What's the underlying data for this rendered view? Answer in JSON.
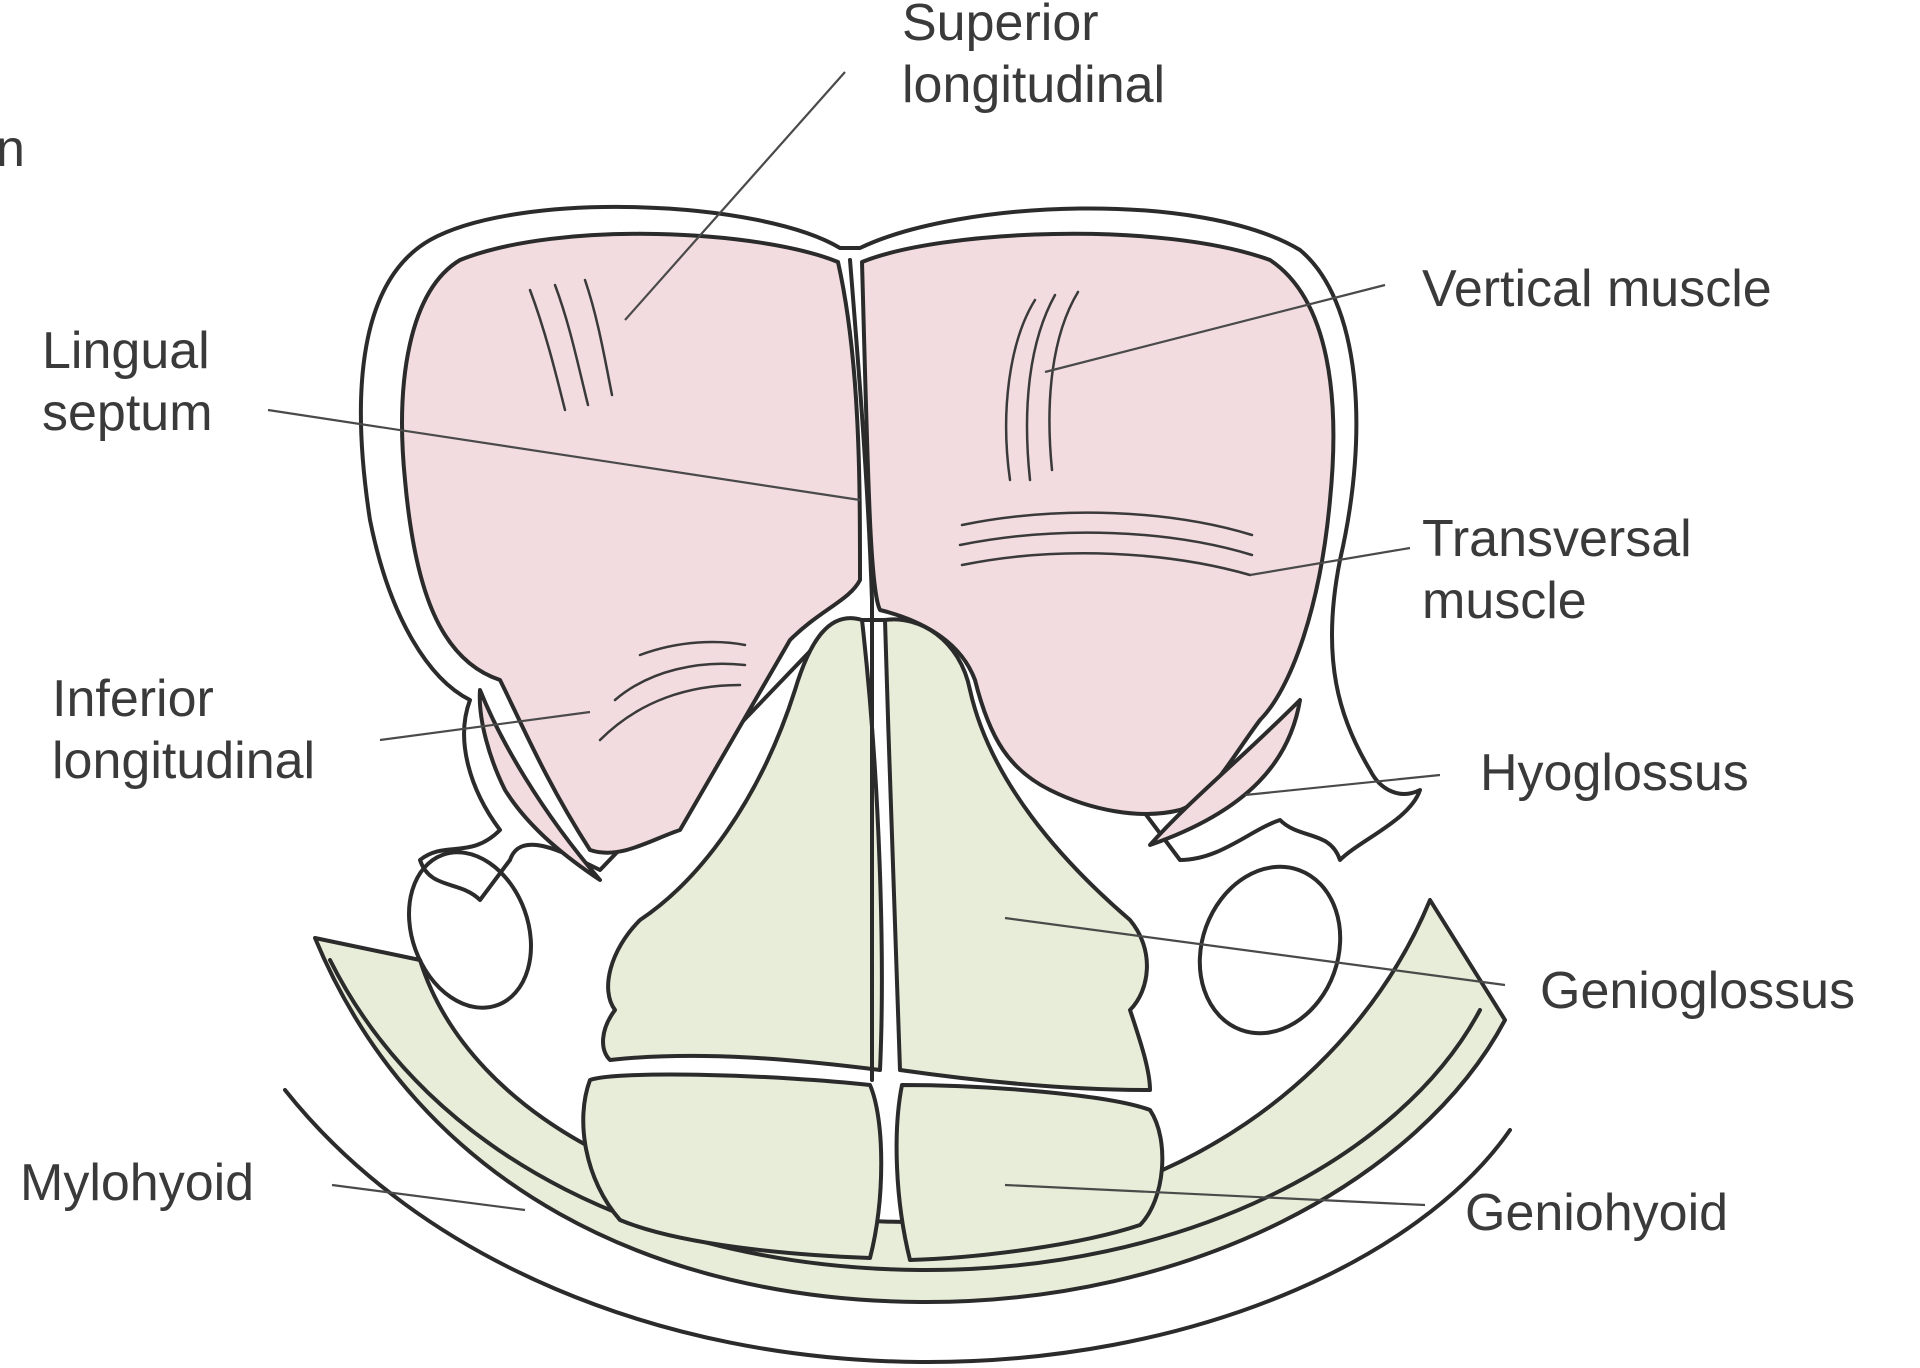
{
  "colors": {
    "tongue": "#f2dcdf",
    "floor": "#e8edd9",
    "line": "#2b2b2b",
    "text": "#3a3a3a"
  },
  "labels": {
    "cut_off": "n",
    "superior_longitudinal": "Superior\nlongitudinal",
    "vertical_muscle": "Vertical muscle",
    "lingual_septum": "Lingual\nseptum",
    "transversal_muscle": "Transversal\nmuscle",
    "inferior_longitudinal": "Inferior\nlongitudinal",
    "hyoglossus": "Hyoglossus",
    "genioglossus": "Genioglossus",
    "mylohyoid": "Mylohyoid",
    "geniohyoid": "Geniohyoid"
  }
}
